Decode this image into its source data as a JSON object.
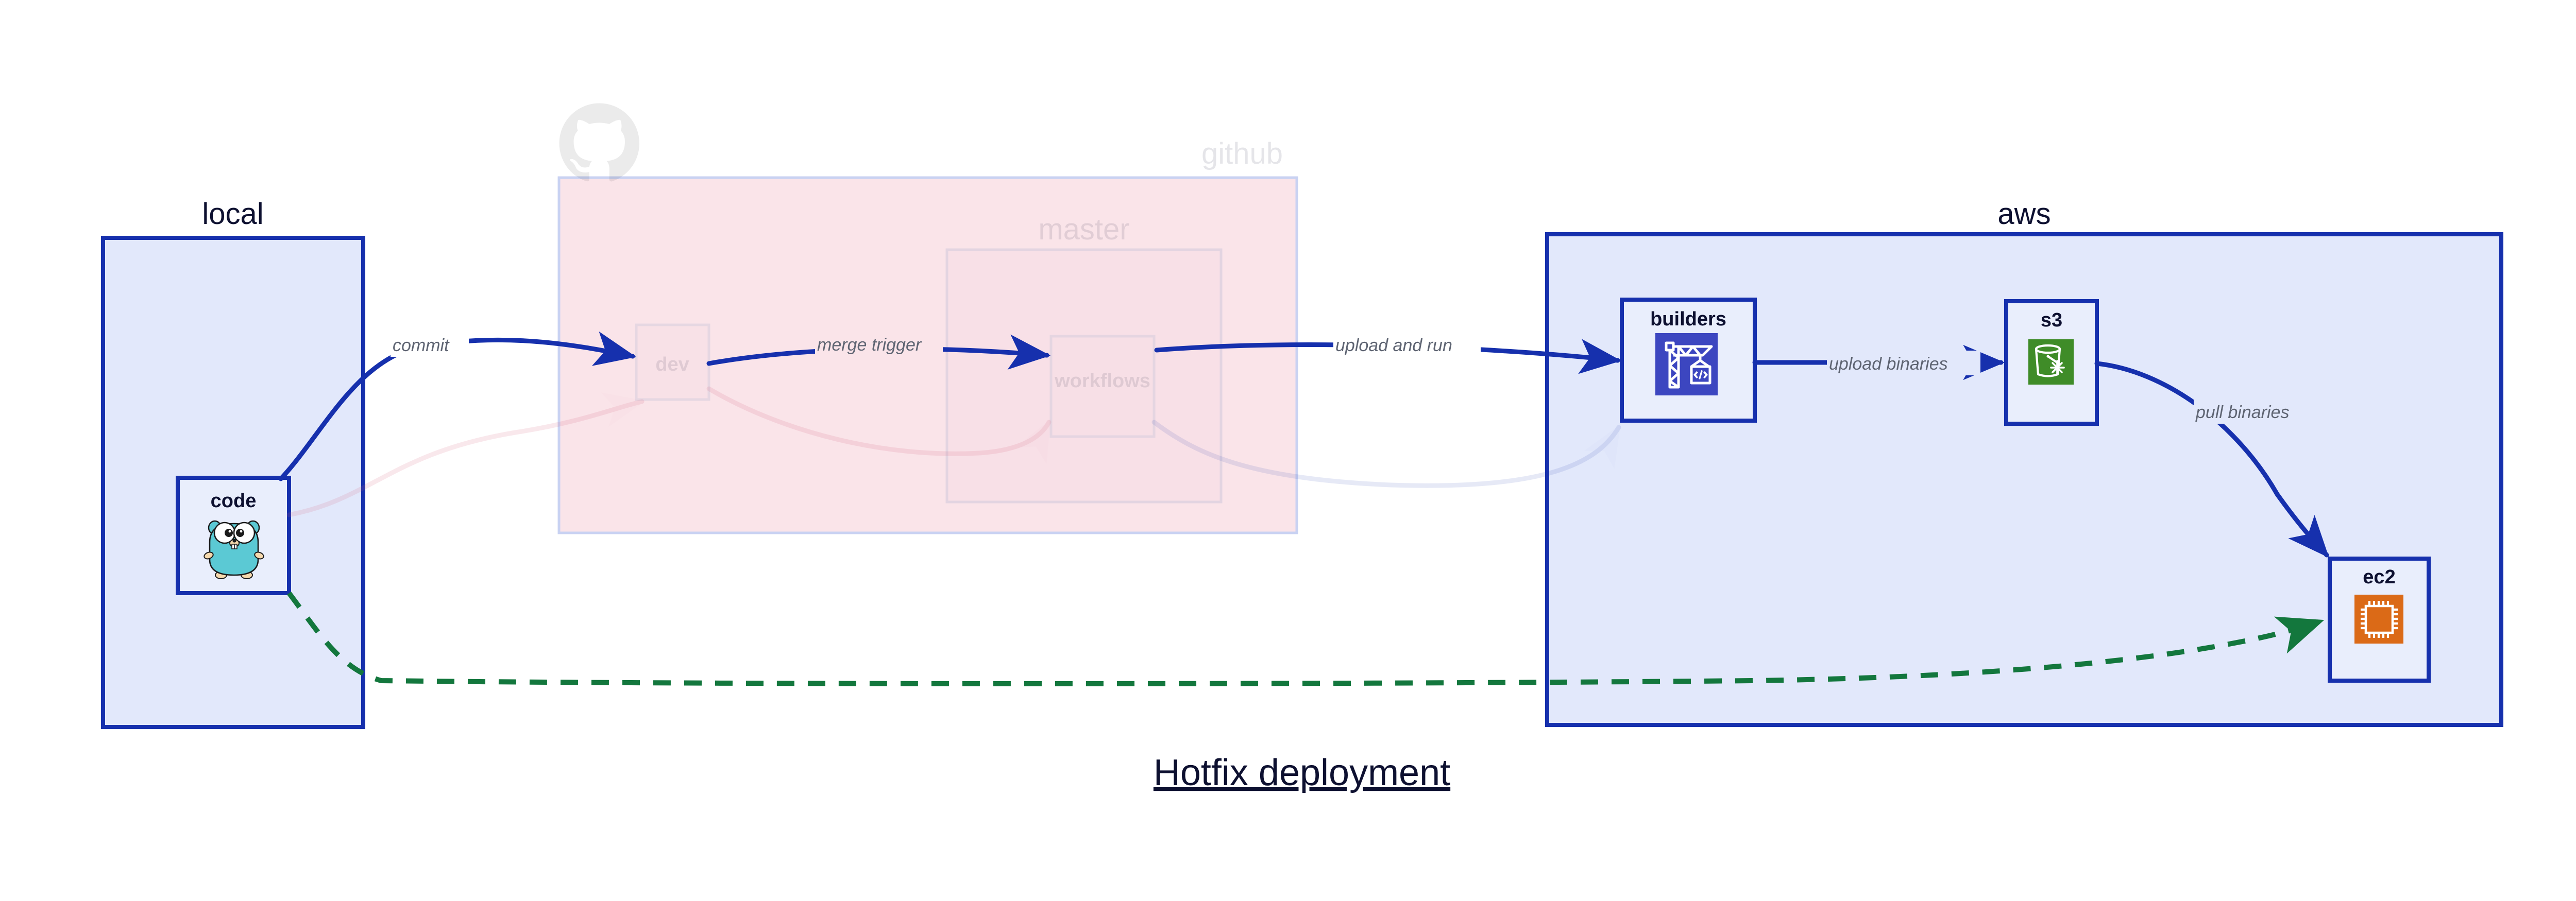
{
  "title": "Hotfix deployment",
  "groups": [
    {
      "id": "local",
      "label": "local",
      "ghost": false,
      "nodes": [
        {
          "id": "code",
          "label": "code",
          "icon": "go-gopher-icon"
        }
      ]
    },
    {
      "id": "github",
      "label": "github",
      "ghost": true,
      "logo": "github-octocat-icon",
      "nodes": [
        {
          "id": "dev",
          "label": "dev",
          "icon": "none"
        },
        {
          "id": "workflows",
          "label": "workflows",
          "icon": "none"
        }
      ],
      "subgroups": [
        {
          "id": "master",
          "label": "master"
        }
      ]
    },
    {
      "id": "aws",
      "label": "aws",
      "ghost": false,
      "nodes": [
        {
          "id": "builders",
          "label": "builders",
          "icon": "aws-codebuild-crane-icon"
        },
        {
          "id": "s3",
          "label": "s3",
          "icon": "aws-s3-glacier-bucket-icon"
        },
        {
          "id": "ec2",
          "label": "ec2",
          "icon": "aws-ec2-chip-icon"
        }
      ]
    }
  ],
  "edges": [
    {
      "id": "commit",
      "label": "commit",
      "from": "code",
      "to": "dev",
      "style": "solid"
    },
    {
      "id": "merge-trigger",
      "label": "merge trigger",
      "from": "dev",
      "to": "workflows",
      "style": "solid"
    },
    {
      "id": "upload-and-run",
      "label": "upload and run",
      "from": "workflows",
      "to": "builders",
      "style": "solid"
    },
    {
      "id": "upload-binaries",
      "label": "upload binaries",
      "from": "builders",
      "to": "s3",
      "style": "solid"
    },
    {
      "id": "pull-binaries",
      "label": "pull binaries",
      "from": "s3",
      "to": "ec2",
      "style": "solid"
    },
    {
      "id": "hotfix-direct",
      "label": "",
      "from": "code",
      "to": "ec2",
      "style": "dashed-green"
    },
    {
      "id": "ghost-code-dev",
      "label": "",
      "from": "code",
      "to": "dev",
      "style": "ghost-pink"
    },
    {
      "id": "ghost-dev-workflows",
      "label": "",
      "from": "dev",
      "to": "workflows",
      "style": "ghost-pink"
    },
    {
      "id": "ghost-workflows-builders",
      "label": "",
      "from": "workflows",
      "to": "builders",
      "style": "ghost-blue"
    }
  ],
  "colors": {
    "accent_blue": "#1630ad",
    "group_fill_blue": "#e2e8fb",
    "group_fill_pink": "#fae4e9",
    "node_fill": "#e9eefc",
    "dashed_green": "#13773d",
    "codebuild_blue": "#3c46c0",
    "s3_green": "#3f8c28",
    "ec2_orange": "#db6a17",
    "label_gray": "#5e6472",
    "text_dark": "#0d1030"
  }
}
